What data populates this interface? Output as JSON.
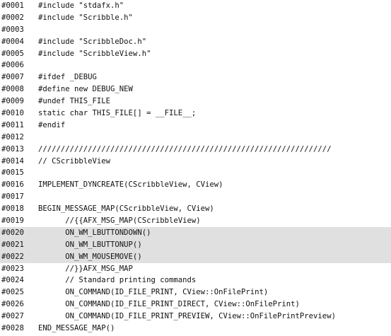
{
  "listing": {
    "lines": [
      {
        "no": "#0001",
        "code": "#include \"stdafx.h\"",
        "highlighted": false
      },
      {
        "no": "#0002",
        "code": "#include \"Scribble.h\"",
        "highlighted": false
      },
      {
        "no": "#0003",
        "code": "",
        "highlighted": false
      },
      {
        "no": "#0004",
        "code": "#include \"ScribbleDoc.h\"",
        "highlighted": false
      },
      {
        "no": "#0005",
        "code": "#include \"ScribbleView.h\"",
        "highlighted": false
      },
      {
        "no": "#0006",
        "code": "",
        "highlighted": false
      },
      {
        "no": "#0007",
        "code": "#ifdef _DEBUG",
        "highlighted": false
      },
      {
        "no": "#0008",
        "code": "#define new DEBUG_NEW",
        "highlighted": false
      },
      {
        "no": "#0009",
        "code": "#undef THIS_FILE",
        "highlighted": false
      },
      {
        "no": "#0010",
        "code": "static char THIS_FILE[] = __FILE__;",
        "highlighted": false
      },
      {
        "no": "#0011",
        "code": "#endif",
        "highlighted": false
      },
      {
        "no": "#0012",
        "code": "",
        "highlighted": false
      },
      {
        "no": "#0013",
        "code": "/////////////////////////////////////////////////////////////////",
        "highlighted": false
      },
      {
        "no": "#0014",
        "code": "// CScribbleView",
        "highlighted": false
      },
      {
        "no": "#0015",
        "code": "",
        "highlighted": false
      },
      {
        "no": "#0016",
        "code": "IMPLEMENT_DYNCREATE(CScribbleView, CView)",
        "highlighted": false
      },
      {
        "no": "#0017",
        "code": "",
        "highlighted": false
      },
      {
        "no": "#0018",
        "code": "BEGIN_MESSAGE_MAP(CScribbleView, CView)",
        "highlighted": false
      },
      {
        "no": "#0019",
        "code": "      //{{AFX_MSG_MAP(CScribbleView)",
        "highlighted": false
      },
      {
        "no": "#0020",
        "code": "      ON_WM_LBUTTONDOWN()",
        "highlighted": true
      },
      {
        "no": "#0021",
        "code": "      ON_WM_LBUTTONUP()",
        "highlighted": true
      },
      {
        "no": "#0022",
        "code": "      ON_WM_MOUSEMOVE()",
        "highlighted": true
      },
      {
        "no": "#0023",
        "code": "      //}}AFX_MSG_MAP",
        "highlighted": false
      },
      {
        "no": "#0024",
        "code": "      // Standard printing commands",
        "highlighted": false
      },
      {
        "no": "#0025",
        "code": "      ON_COMMAND(ID_FILE_PRINT, CView::OnFilePrint)",
        "highlighted": false
      },
      {
        "no": "#0026",
        "code": "      ON_COMMAND(ID_FILE_PRINT_DIRECT, CView::OnFilePrint)",
        "highlighted": false
      },
      {
        "no": "#0027",
        "code": "      ON_COMMAND(ID_FILE_PRINT_PREVIEW, CView::OnFilePrintPreview)",
        "highlighted": false
      },
      {
        "no": "#0028",
        "code": "END_MESSAGE_MAP()",
        "highlighted": false
      }
    ]
  },
  "colors": {
    "highlight_background": "#e0e0e0",
    "text": "#111111",
    "page_background": "#ffffff"
  }
}
